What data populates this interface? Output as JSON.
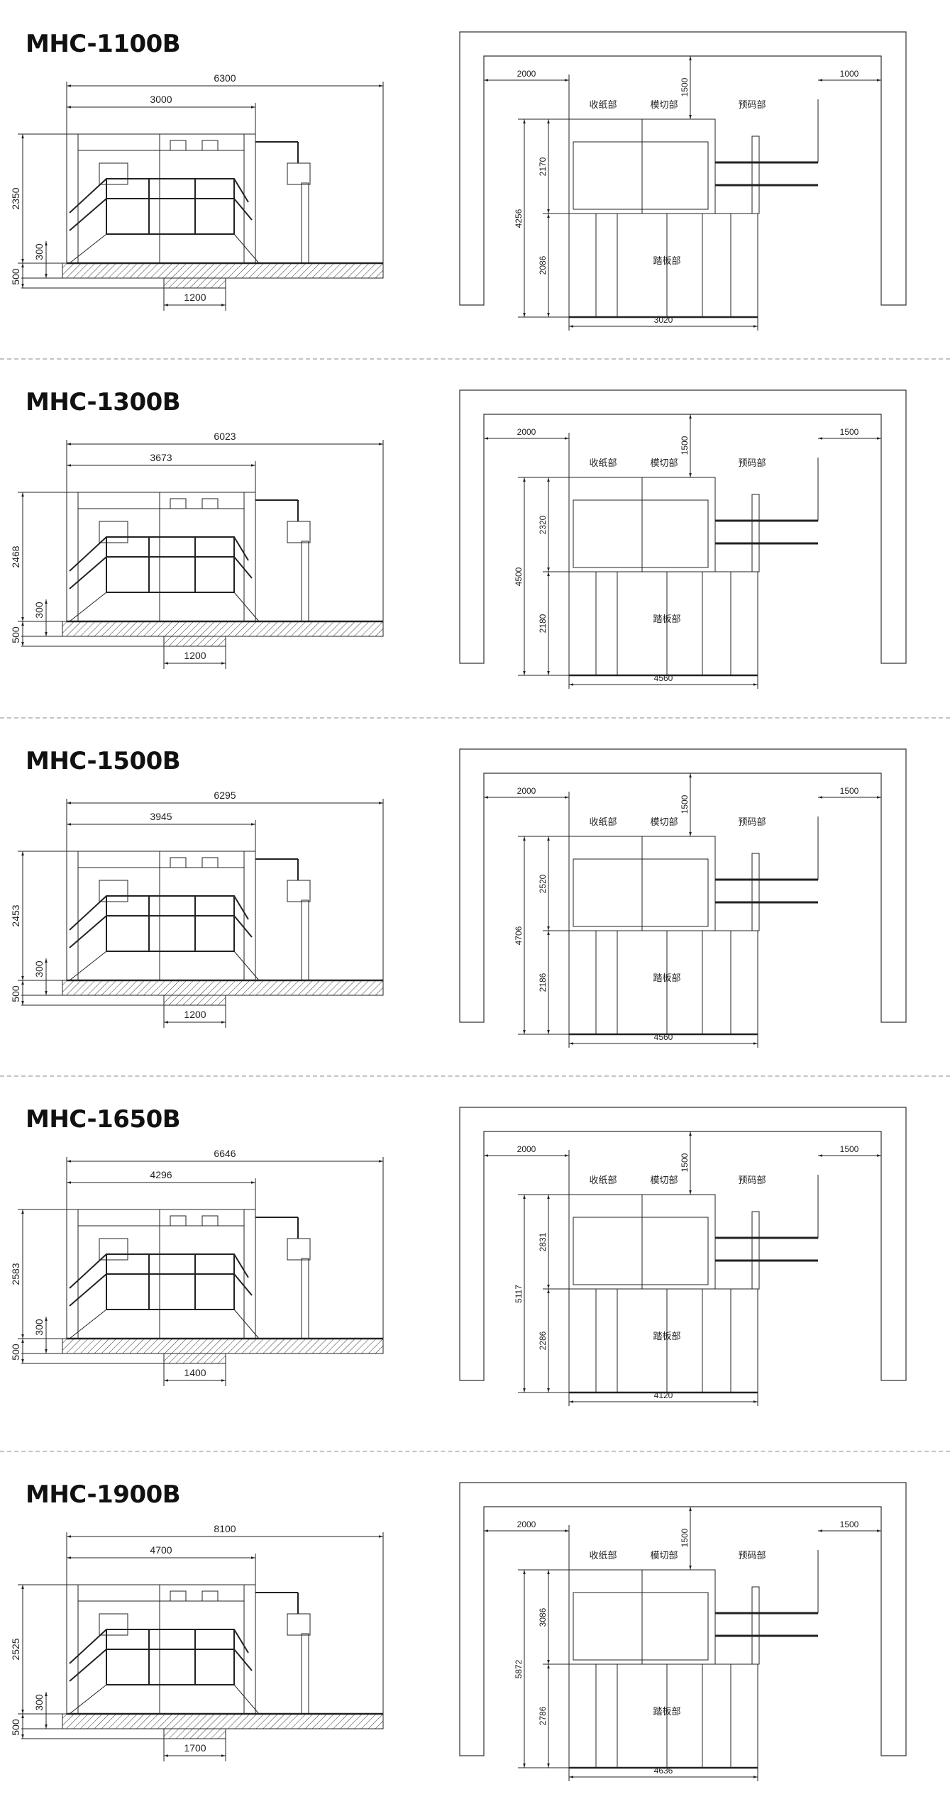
{
  "labels": {
    "delivery": "收纸部",
    "die_cut": "模切部",
    "feeder": "预码部",
    "pedal": "踏板部"
  },
  "colors": {
    "line": "#222222",
    "separator": "#c4c4c4"
  },
  "sections": [
    {
      "model": "MHC-1100B",
      "side": {
        "total_length": "6300",
        "machine_length": "3000",
        "height": "2350",
        "step": "300",
        "depth": "500",
        "pit_width": "1200"
      },
      "plan": {
        "left_clearance": "2000",
        "top_clearance": "1500",
        "right_clearance": "1000",
        "total_depth": "4256",
        "upper_depth": "2170",
        "lower_depth": "2086",
        "width": "3020"
      }
    },
    {
      "model": "MHC-1300B",
      "side": {
        "total_length": "6023",
        "machine_length": "3673",
        "height": "2468",
        "step": "300",
        "depth": "500",
        "pit_width": "1200"
      },
      "plan": {
        "left_clearance": "2000",
        "top_clearance": "1500",
        "right_clearance": "1500",
        "total_depth": "4500",
        "upper_depth": "2320",
        "lower_depth": "2180",
        "width": "4560"
      }
    },
    {
      "model": "MHC-1500B",
      "side": {
        "total_length": "6295",
        "machine_length": "3945",
        "height": "2453",
        "step": "300",
        "depth": "500",
        "pit_width": "1200"
      },
      "plan": {
        "left_clearance": "2000",
        "top_clearance": "1500",
        "right_clearance": "1500",
        "total_depth": "4706",
        "upper_depth": "2520",
        "lower_depth": "2186",
        "width": "4560"
      }
    },
    {
      "model": "MHC-1650B",
      "side": {
        "total_length": "6646",
        "machine_length": "4296",
        "height": "2583",
        "step": "300",
        "depth": "500",
        "pit_width": "1400"
      },
      "plan": {
        "left_clearance": "2000",
        "top_clearance": "1500",
        "right_clearance": "1500",
        "total_depth": "5117",
        "upper_depth": "2831",
        "lower_depth": "2286",
        "width": "4120"
      }
    },
    {
      "model": "MHC-1900B",
      "side": {
        "total_length": "8100",
        "machine_length": "4700",
        "height": "2525",
        "step": "300",
        "depth": "500",
        "pit_width": "1700"
      },
      "plan": {
        "left_clearance": "2000",
        "top_clearance": "1500",
        "right_clearance": "1500",
        "total_depth": "5872",
        "upper_depth": "3086",
        "lower_depth": "2786",
        "width": "4636"
      }
    }
  ]
}
